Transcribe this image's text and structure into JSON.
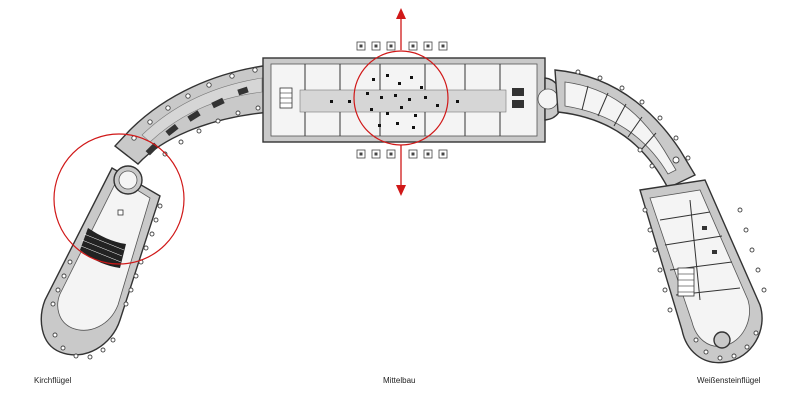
{
  "labels": {
    "left": "Kirchflügel",
    "center": "Mittelbau",
    "right": "Weißensteinflügel"
  },
  "colors": {
    "highlight": "#d01818",
    "walls": "#333333",
    "fill": "#c9c9c9"
  },
  "icons": [
    "arrow-up-icon",
    "arrow-down-icon"
  ]
}
